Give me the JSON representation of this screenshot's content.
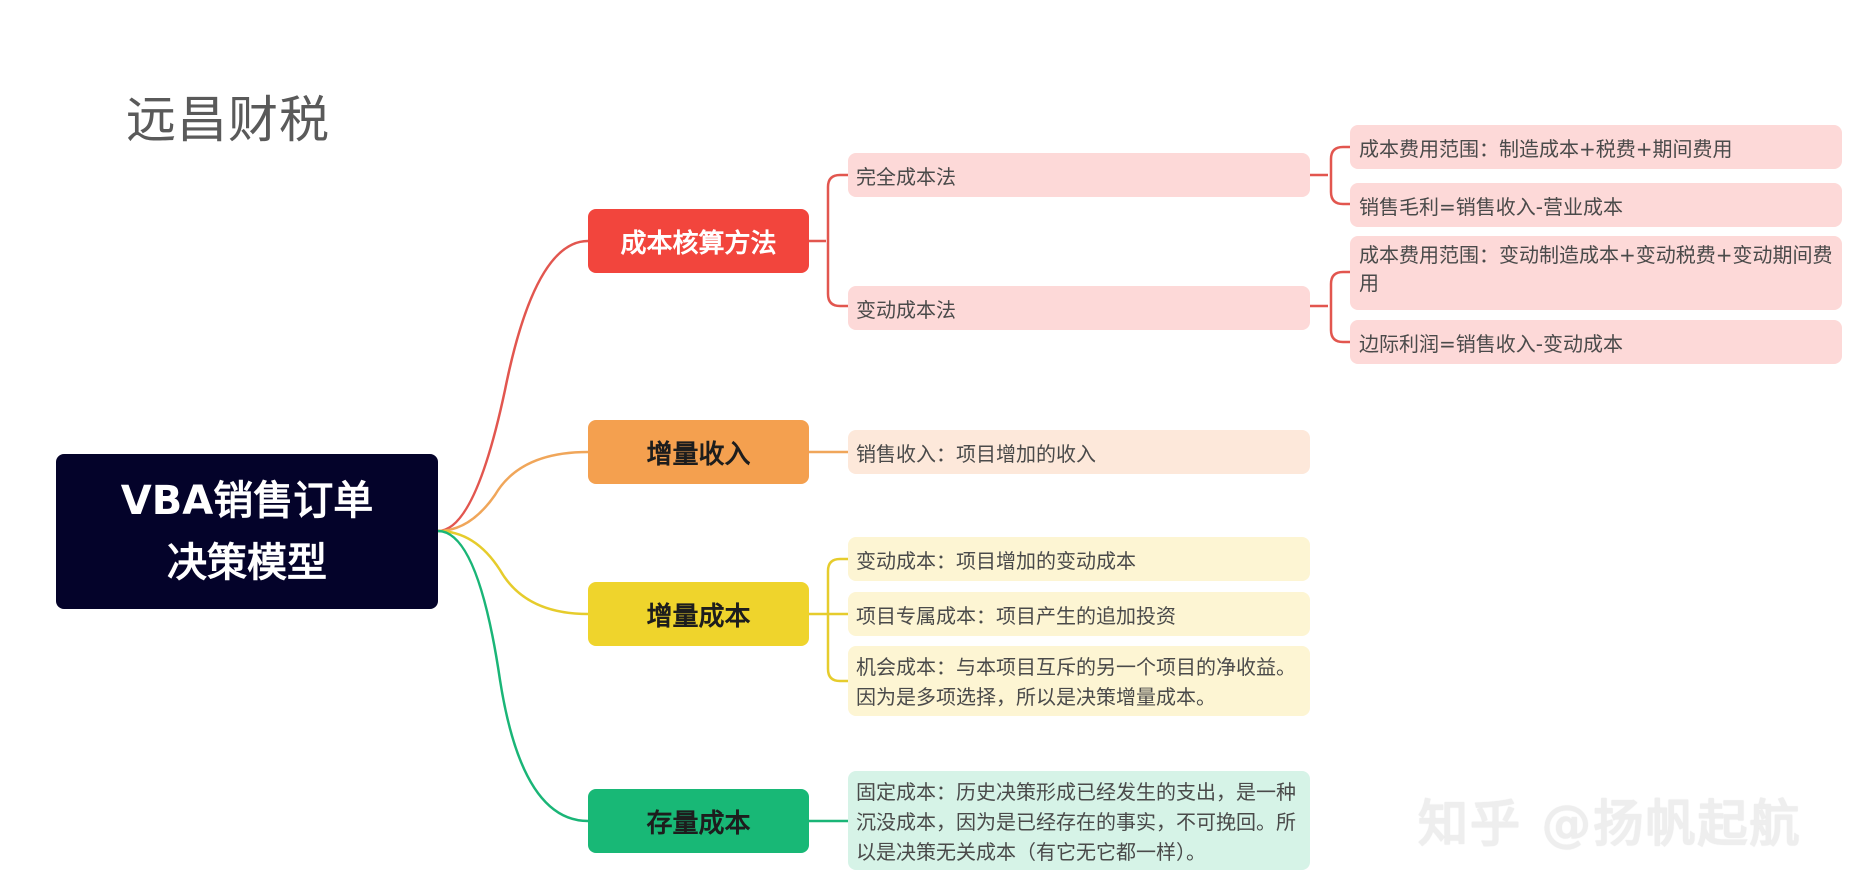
{
  "header": {
    "title": "远昌财税"
  },
  "root": {
    "label": "VBA销售订单\n决策模型"
  },
  "branches": [
    {
      "label": "成本核算方法",
      "color": "#f2453d",
      "children": [
        {
          "label": "完全成本法",
          "children": [
            "成本费用范围：制造成本+税费+期间费用",
            "销售毛利=销售收入-营业成本"
          ]
        },
        {
          "label": "变动成本法",
          "children": [
            "成本费用范围：变动制造成本+变动税费+变动期间费用",
            "边际利润=销售收入-变动成本"
          ]
        }
      ]
    },
    {
      "label": "增量收入",
      "color": "#f4a04f",
      "children": [
        {
          "label": "销售收入：项目增加的收入"
        }
      ]
    },
    {
      "label": "增量成本",
      "color": "#efd42c",
      "children": [
        {
          "label": "变动成本：项目增加的变动成本"
        },
        {
          "label": "项目专属成本：项目产生的追加投资"
        },
        {
          "label": "机会成本：与本项目互斥的另一个项目的净收益。因为是多项选择，所以是决策增量成本。"
        }
      ]
    },
    {
      "label": "存量成本",
      "color": "#18b876",
      "children": [
        {
          "label": "固定成本：历史决策形成已经发生的支出，是一种沉没成本，因为是已经存在的事实，不可挽回。所以是决策无关成本（有它无它都一样）。"
        }
      ]
    }
  ],
  "watermark": "知乎 @扬帆起航"
}
